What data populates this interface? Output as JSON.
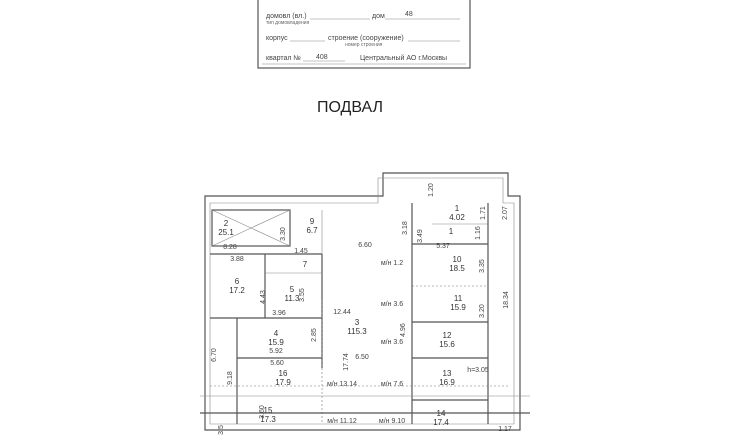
{
  "form": {
    "row1_label": "домовл (вл.)",
    "row1_sub": "тип домовладения",
    "house_label": "дом",
    "house_number": "48",
    "row2_label": "корпус",
    "row2_mid": "строение (сооружение)",
    "row2_sub": "номер строения",
    "row3_label": "квартал №",
    "quarter_number": "408",
    "district": "Центральный АО г.Москвы"
  },
  "floor_title": "ПОДВАЛ",
  "rooms": [
    {
      "num": "2",
      "area": "25.1"
    },
    {
      "num": "9",
      "area": "6.7"
    },
    {
      "num": "1",
      "area": "4.02"
    },
    {
      "num": "1",
      "area": ""
    },
    {
      "num": "7",
      "area": ""
    },
    {
      "num": "10",
      "area": "18.5"
    },
    {
      "num": "6",
      "area": "17.2"
    },
    {
      "num": "5",
      "area": "11.3"
    },
    {
      "num": "11",
      "area": "15.9"
    },
    {
      "num": "3",
      "area": "115.3"
    },
    {
      "num": "4",
      "area": "15.9"
    },
    {
      "num": "12",
      "area": "15.6"
    },
    {
      "num": "16",
      "area": "17.9"
    },
    {
      "num": "13",
      "area": "16.9"
    },
    {
      "num": "15",
      "area": "17.3"
    },
    {
      "num": "14",
      "area": "17.4"
    }
  ],
  "dimensions": [
    "8.28",
    "3.30",
    "6.60",
    "3.18",
    "3.49",
    "1.71",
    "2.07",
    "1.16",
    "5.37",
    "1.45",
    "3.88",
    "м/н 1.2",
    "3.35",
    "4.43",
    "3.55",
    "12.44",
    "м/н 3.6",
    "3.20",
    "18.34",
    "3.96",
    "2.85",
    "4.96",
    "м/н 3.6",
    "5.92",
    "6.70",
    "6.50",
    "5.60",
    "17.74",
    "h=3.05",
    "9.18",
    "м/н 13.14",
    "м/н 7.6",
    "3.60",
    "м/н 11.12",
    "м/н 9.10",
    "3.5",
    "1.17",
    "1.20"
  ]
}
